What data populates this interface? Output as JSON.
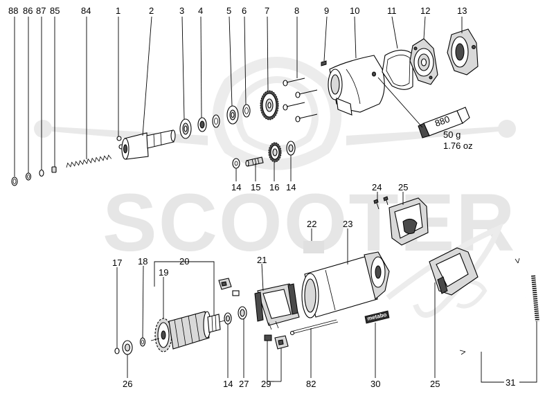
{
  "watermark": {
    "text": "SCOOTER"
  },
  "labels": {
    "p1": "1",
    "p2": "2",
    "p3": "3",
    "p4": "4",
    "p5": "5",
    "p6": "6",
    "p7": "7",
    "p8": "8",
    "p9": "9",
    "p10": "10",
    "p11": "11",
    "p12": "12",
    "p13": "13",
    "p14a": "14",
    "p14b": "14",
    "p14c": "14",
    "p15": "15",
    "p16": "16",
    "p17": "17",
    "p18": "18",
    "p19": "19",
    "p20": "20",
    "p21": "21",
    "p22": "22",
    "p23": "23",
    "p24": "24",
    "p25a": "25",
    "p25b": "25",
    "p26": "26",
    "p27": "27",
    "p29": "29",
    "p30": "30",
    "p31": "31",
    "p82": "82",
    "p84": "84",
    "p85": "85",
    "p86": "86",
    "p87": "87",
    "p88": "88"
  },
  "grease": {
    "tube_label": "880",
    "weight_metric": "50 g",
    "weight_imperial": "1.76 oz"
  },
  "nameplate": {
    "brand": "metabo"
  }
}
